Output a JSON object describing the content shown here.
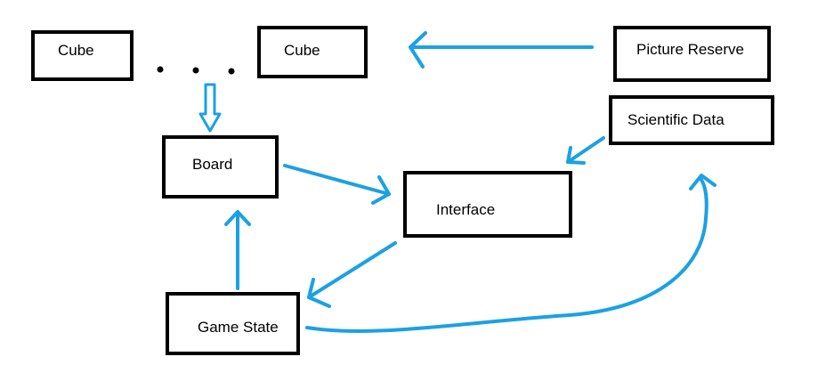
{
  "diagram": {
    "nodes": {
      "cube_1": "Cube",
      "cube_2": "Cube",
      "picture_reserve": "Picture Reserve",
      "scientific_data": "Scientific Data",
      "board": "Board",
      "interface": "Interface",
      "game_state": "Game State"
    },
    "edges": [
      {
        "from": "picture_reserve",
        "to": "cube_2"
      },
      {
        "from": "scientific_data",
        "to": "interface"
      },
      {
        "from": "cube_1",
        "to": "board"
      },
      {
        "from": "board",
        "to": "interface"
      },
      {
        "from": "interface",
        "to": "game_state"
      },
      {
        "from": "game_state",
        "to": "board"
      },
      {
        "from": "game_state",
        "to": "scientific_data"
      }
    ]
  },
  "colors": {
    "arrow": "#1ba1e2",
    "box_border": "#000000",
    "text": "#000000",
    "background": "#ffffff"
  }
}
